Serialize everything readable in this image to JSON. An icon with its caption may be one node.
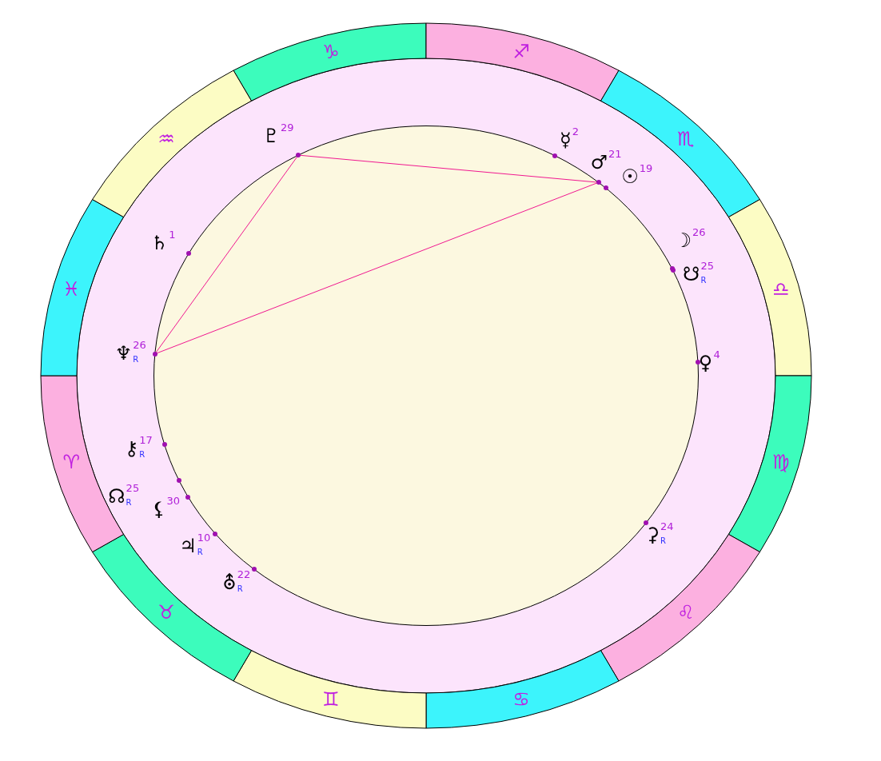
{
  "diagram": {
    "nodes": [
      {
        "text": [
          "♑"
        ]
      },
      {
        "text": [
          "♐"
        ]
      },
      {
        "text": [
          "♏"
        ]
      },
      {
        "text": [
          "♎"
        ]
      },
      {
        "text": [
          "♍"
        ]
      },
      {
        "text": [
          "♌"
        ]
      },
      {
        "text": [
          "♋"
        ]
      },
      {
        "text": [
          "♊"
        ]
      },
      {
        "text": [
          "♉"
        ]
      },
      {
        "text": [
          "♈"
        ]
      },
      {
        "text": [
          "♓"
        ]
      },
      {
        "text": [
          "♒"
        ]
      },
      {
        "text": [
          "♇"
        ],
        "beside": [
          "29"
        ]
      },
      {
        "text": [
          "☿"
        ],
        "beside": [
          "2"
        ]
      },
      {
        "text": [
          "♂"
        ],
        "beside": [
          "21"
        ]
      },
      {
        "text": [
          "☉"
        ],
        "beside": [
          "19"
        ]
      },
      {
        "text": [
          "♄"
        ],
        "beside": [
          "1"
        ]
      },
      {
        "text": [
          "☋"
        ],
        "beside": [
          "25",
          "R"
        ]
      },
      {
        "text": [
          "☽"
        ],
        "beside": [
          "26"
        ]
      },
      {
        "text": [
          "♆"
        ],
        "beside": [
          "26",
          "R"
        ]
      },
      {
        "text": [
          "♀"
        ],
        "beside": [
          "4"
        ]
      },
      {
        "text": [
          "⚷"
        ],
        "beside": [
          "17",
          "R"
        ]
      },
      {
        "text": [
          "☊"
        ],
        "beside": [
          "25",
          "R"
        ]
      },
      {
        "text": [
          "⚸"
        ],
        "beside": [
          "30"
        ]
      },
      {
        "text": [
          "♃"
        ],
        "beside": [
          "10",
          "R"
        ]
      },
      {
        "text": [
          "⚳"
        ],
        "beside": [
          "24",
          "R"
        ]
      },
      {
        "text": [
          "⛢"
        ],
        "beside": [
          "22",
          "R"
        ]
      }
    ],
    "edges": [
      {
        "from": 12,
        "to": 14,
        "arrow": "none"
      },
      {
        "from": 19,
        "to": 14,
        "arrow": "none"
      },
      {
        "from": 12,
        "to": 19,
        "arrow": "none"
      }
    ]
  }
}
